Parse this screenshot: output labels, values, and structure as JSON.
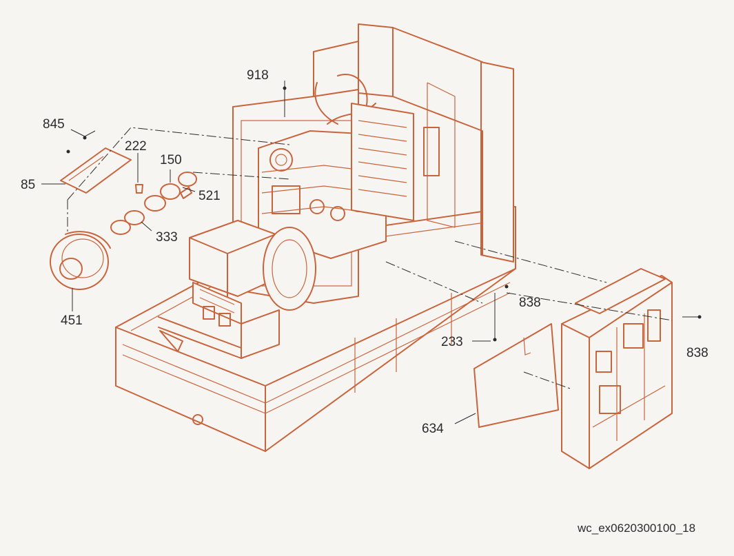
{
  "colors": {
    "drawing": "#c8643c",
    "background": "#f7f5f2",
    "text": "#2b2b2b"
  },
  "labels": {
    "p918": "918",
    "p845": "845",
    "p222": "222",
    "p150": "150",
    "p85": "85",
    "p521": "521",
    "p333": "333",
    "p451": "451",
    "p838a": "838",
    "p233": "233",
    "p838b": "838",
    "p634": "634"
  },
  "drawing_code": "wc_ex0620300100_18"
}
